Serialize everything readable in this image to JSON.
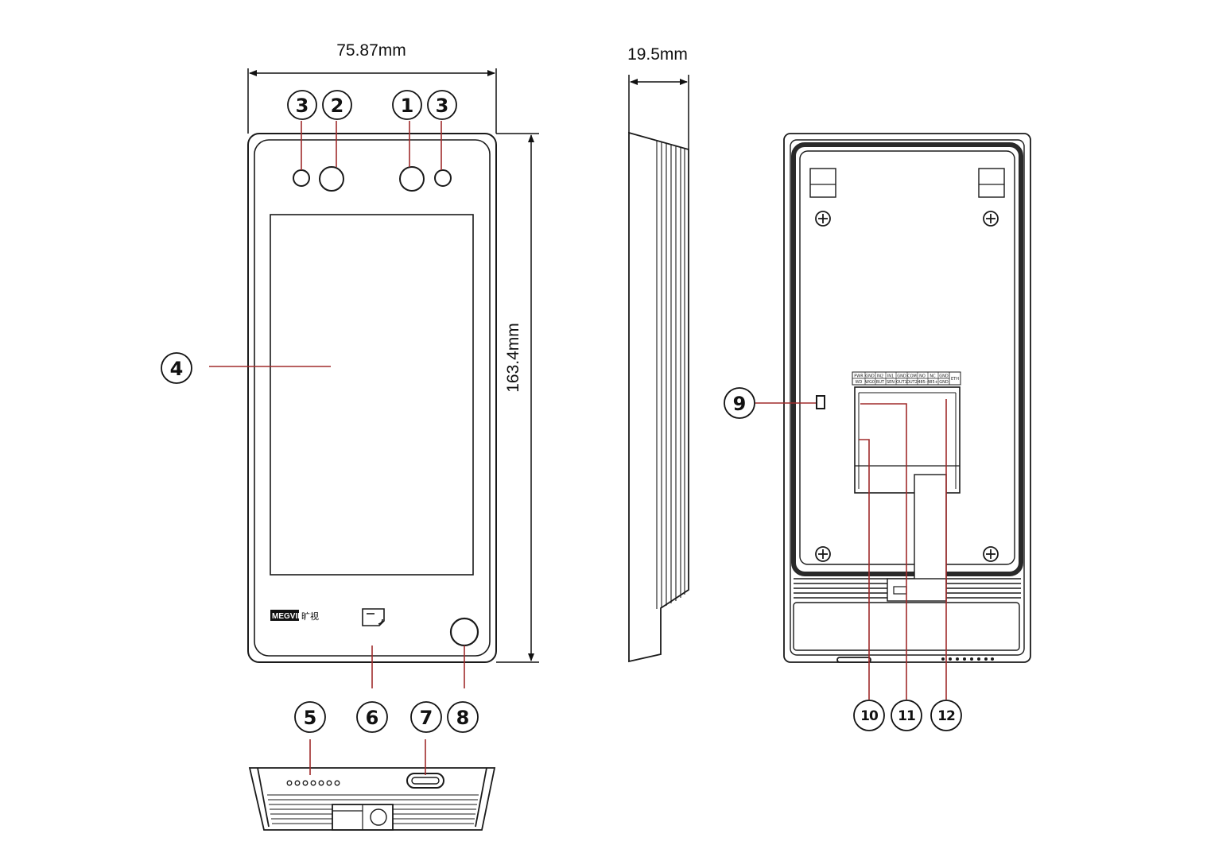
{
  "dimensions": {
    "width": "75.87mm",
    "height": "163.4mm",
    "depth": "19.5mm"
  },
  "logo": {
    "brand": "MEGVII",
    "brand_cn": "旷视"
  },
  "callouts": {
    "c1": "1",
    "c2": "2",
    "c3a": "3",
    "c3b": "3",
    "c4": "4",
    "c5": "5",
    "c6": "6",
    "c7": "7",
    "c8": "8",
    "c9": "9",
    "c10": "10",
    "c11": "11",
    "c12": "12"
  },
  "terminal_labels": {
    "top": [
      "PWR",
      "GND",
      "IN2",
      "IN1",
      "GND",
      "COM",
      "NO",
      "NC",
      "GND",
      "ETH"
    ],
    "bottom": [
      "WD",
      "WG0",
      "BUT",
      "SEN",
      "OUT1",
      "OUT2",
      "485-",
      "485+",
      "GND"
    ]
  },
  "colors": {
    "outline": "#1a1a1a",
    "leader": "#a02b2b"
  }
}
